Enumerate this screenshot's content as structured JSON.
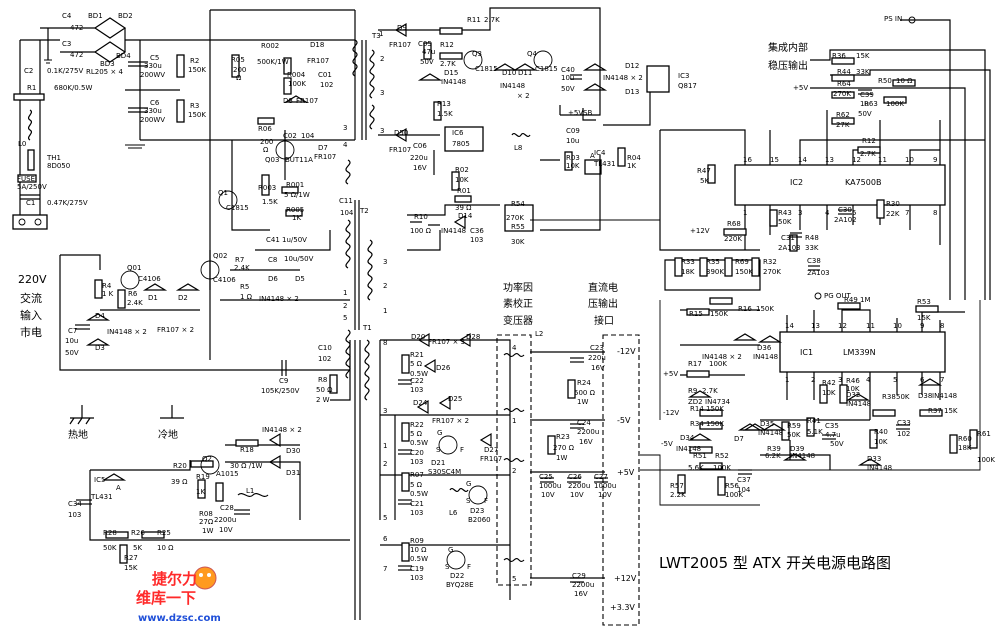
{
  "title": "LWT2005 型 ATX 开关电源电路图",
  "input": {
    "ac_label": "220V",
    "ac_desc": [
      "交流",
      "输入",
      "市电"
    ],
    "hot_ground": "热地",
    "cold_ground": "冷地"
  },
  "notes": {
    "pfc": [
      "功率因",
      "素校正",
      "变压器"
    ],
    "dc_out": [
      "直流电",
      "压输出",
      "接口"
    ],
    "ic_regulated": [
      "集成内部",
      "稳压输出"
    ],
    "ps_in": "PS  IN",
    "pg_out": "PG  OUT"
  },
  "ics": {
    "ic1": {
      "ref": "IC1",
      "part": "LM339N"
    },
    "ic2": {
      "ref": "IC2",
      "part": "KA7500B"
    },
    "ic3": {
      "ref": "IC3",
      "part": "Q817"
    },
    "ic4": {
      "ref": "IC4",
      "part": "TL431"
    },
    "ic5": {
      "ref": "IC5",
      "part": "TL431"
    },
    "ic6": {
      "ref": "IC6",
      "part": "7805"
    }
  },
  "transformers": [
    "T1",
    "T2",
    "T3"
  ],
  "outputs": [
    "-12V",
    "-5V",
    "+5V",
    "+12V",
    "+3.3V"
  ],
  "aux_labels": [
    "+5VSB",
    "+5V",
    "+12V",
    "-12V",
    "-5V"
  ],
  "components": [
    "C4 472",
    "C3 472",
    "BD1",
    "BD2",
    "BD3",
    "BD4",
    "RL205 × 4",
    "C2 0.1K/275V",
    "R1 680K/0.5W",
    "L0",
    "TH1 8D050",
    "FUSE 5A/250V",
    "C1 0.47K/275V",
    "C5 330u 200WV",
    "C6 330u 200WV",
    "R2 150K",
    "R3 150K",
    "R05 200Ω",
    "R002 500K/1W",
    "D18 FR107",
    "R004 100K",
    "C01 102",
    "D8 FR107",
    "C02 104",
    "R06 200Ω",
    "Q03 BUT11A",
    "D7 FR107",
    "Q1 C1815",
    "R003 1.5K",
    "R001 5Ω/1W",
    "R005 1K",
    "C41 1u/50V",
    "C11 104",
    "Q01 C4106",
    "Q02 C4106",
    "R6 2.4K",
    "R7 2.4K",
    "R4 1K",
    "C8 10u/50V",
    "D1",
    "D2",
    "R5 1Ω",
    "D6",
    "D5",
    "IN4148 × 2",
    "FR107 × 2",
    "C7 10u 50V",
    "D3",
    "D4",
    "C10 102",
    "R8 50Ω 2W",
    "C9 105K/250V",
    "D9 FR107",
    "C05 47u 50V",
    "D50 FR107",
    "C06 220u 16V",
    "D15 IN4148",
    "R11 2.7K",
    "R12 2.7K",
    "Q3 C1815",
    "Q4 C1815",
    "D10",
    "D11",
    "R13 1.5K",
    "C40 10u 50V",
    "D12",
    "D13",
    "L8",
    "C09 10u",
    "R03 10K",
    "R04 1K",
    "R02 10K",
    "R01 39Ω",
    "R10 100Ω",
    "D14 IN4148",
    "C36 103",
    "R54 270K",
    "R55 30K",
    "D20",
    "D28",
    "FR107 × 3",
    "R21 5Ω 0.5W",
    "C22 103",
    "D26",
    "D24",
    "D25",
    "FR107 × 2",
    "R22 5Ω 0.5W",
    "C20 103",
    "D21 S30SC4M",
    "D27 FR107",
    "R07 5Ω 0.5W",
    "C21 103",
    "L6",
    "D23 B2060",
    "R09 10Ω 0.5W",
    "C19 103",
    "D22 BYQ28E",
    "C23 220u 16V",
    "R24 500Ω 1W",
    "C24 2200u 16V",
    "R23 270Ω 1W",
    "C25 1000u 10V",
    "C26 2200u 10V",
    "C27 1000u 10V",
    "C29 2200u 16V",
    "L2",
    "R18 30Ω/1W",
    "R20 39Ω",
    "R19 1K",
    "Q2 A1015",
    "D30",
    "D31",
    "L1",
    "R08 27Ω 1W",
    "C28 2200u 10V",
    "C34 103",
    "R28 50K",
    "R26 5K",
    "R25 10Ω",
    "R27 15K",
    "R36 15K",
    "R44 33K",
    "R64 270K",
    "R50 10Ω",
    "C39 1u 50V",
    "R62 27K",
    "R63 100K",
    "R12 2.7K",
    "R47 5K",
    "R43 50K",
    "R48 33K",
    "C30 2A102",
    "R30 22K",
    "C31 2A103",
    "C38 2A103",
    "R68 220K",
    "R33 18K",
    "R35 390K",
    "R69 150K",
    "R32 270K",
    "R15 150K",
    "R16 150K",
    "R49 1M",
    "R53 15K",
    "R17 100K",
    "D36 IN4148",
    "R9 2.7K",
    "ZD2 IN4734",
    "R14 150K",
    "R34 150K",
    "D34 IN4148",
    "D7",
    "R51 5.6K",
    "R52 100K",
    "R57 2.2K",
    "R56 100K",
    "C37 104",
    "D35 IN4148",
    "R41 5.1K",
    "C35 4.7u 50V",
    "D39 IN4148",
    "R39 6.2K",
    "R59 50K",
    "R42 10K",
    "R46 10K",
    "D32 IN4148",
    "R38 50K",
    "R37 15K",
    "D38 IN4148",
    "R40 10K",
    "C33 102",
    "D33 IN4148",
    "R60 18K",
    "R61 100K"
  ],
  "watermark": {
    "brand": "维库一下",
    "url": "www.dzsc.com",
    "logo": "捷尔力"
  }
}
